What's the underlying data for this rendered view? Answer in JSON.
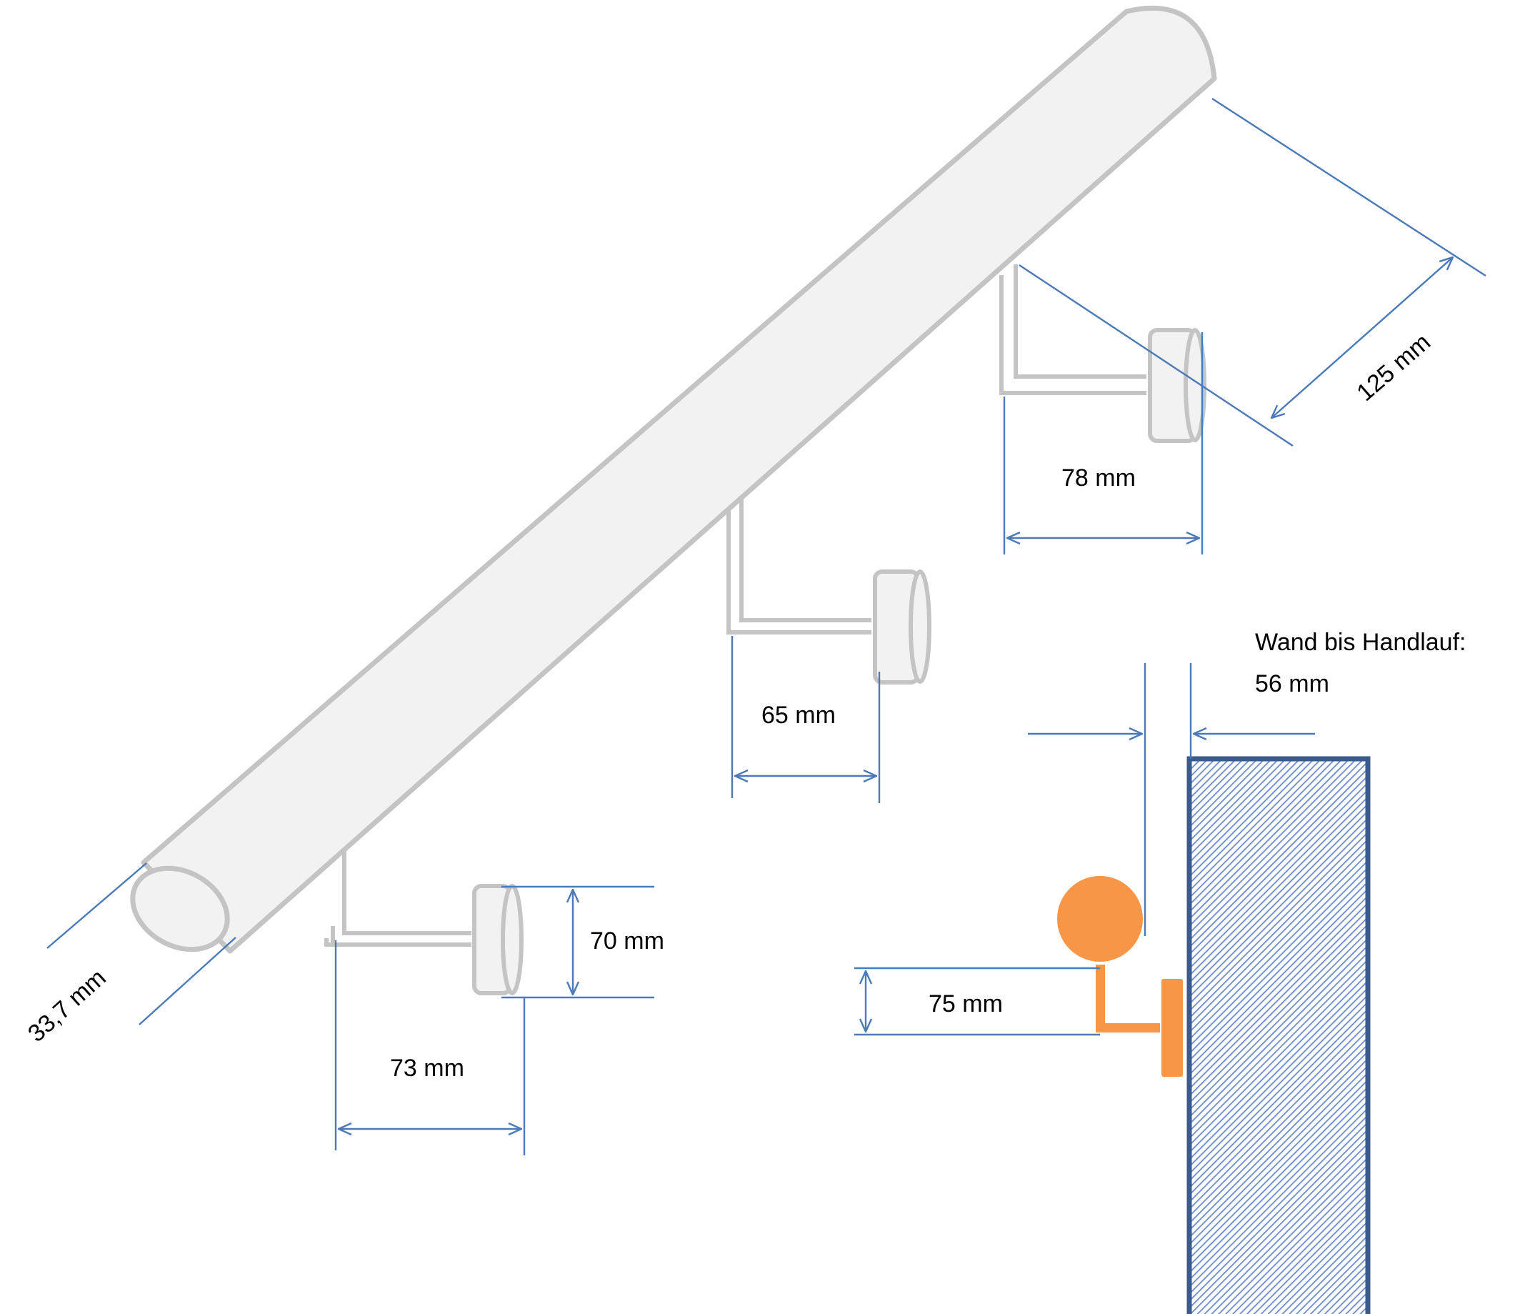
{
  "labels": {
    "tube_diameter": "33,7 mm",
    "bracket_top_distance": "125  mm",
    "bracket_top_depth": "78 mm",
    "bracket_middle_depth": "65 mm",
    "bracket_bottom_depth": "73 mm",
    "plate_height": "70 mm",
    "side_height": "75 mm"
  },
  "note": {
    "line1": "Wand bis Handlauf:",
    "line2": "56 mm"
  },
  "colors": {
    "dimension_line": "#4a7ab8",
    "tube_stroke": "#c4c4c4",
    "tube_fill": "#f2f2f2",
    "handrail_accent": "#f79646",
    "wall_border": "#3a5a8c",
    "wall_hatch": "#6a8ccc"
  }
}
